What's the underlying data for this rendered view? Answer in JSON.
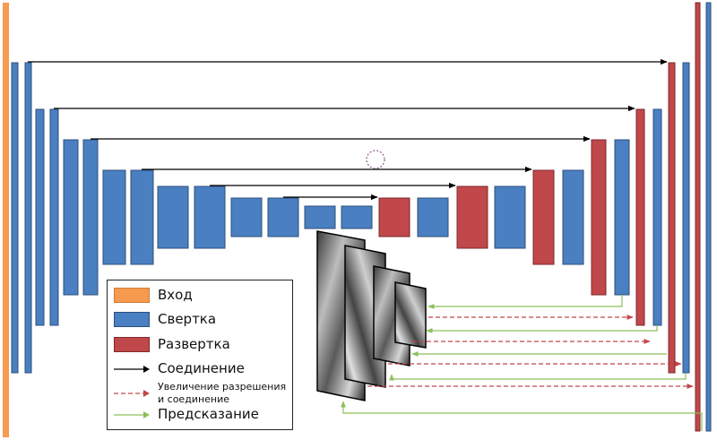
{
  "legend": {
    "input": "Вход",
    "conv": "Свертка",
    "deconv": "Развертка",
    "connection": "Соединение",
    "upsample_line1": "Увеличение разрешения",
    "upsample_line2": "и соединение",
    "prediction": "Предсказание"
  },
  "colors": {
    "input": "#f59a4f",
    "conv": "#4a7fc1",
    "deconv": "#c0474a",
    "connection": "#000000",
    "upsample": "#c0474a",
    "prediction": "#8dbf5a"
  }
}
